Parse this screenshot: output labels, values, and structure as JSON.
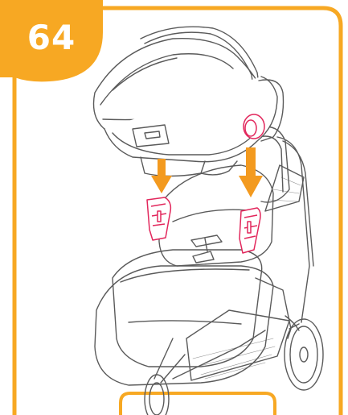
{
  "step": {
    "number": "64"
  },
  "colors": {
    "accent_orange": "#F7A823",
    "highlight_red": "#E2275C",
    "arrow_orange": "#F39A1F",
    "line_gray": "#5a5a5a",
    "background": "#FFFFFF"
  },
  "illustration": {
    "subject_icon": "stroller-with-infant-car-seat-icon",
    "arrows": [
      "down-arrow-icon",
      "down-arrow-icon"
    ],
    "highlighted_parts": [
      "car-seat-adapter-left",
      "car-seat-adapter-right",
      "car-seat-release-button"
    ]
  }
}
